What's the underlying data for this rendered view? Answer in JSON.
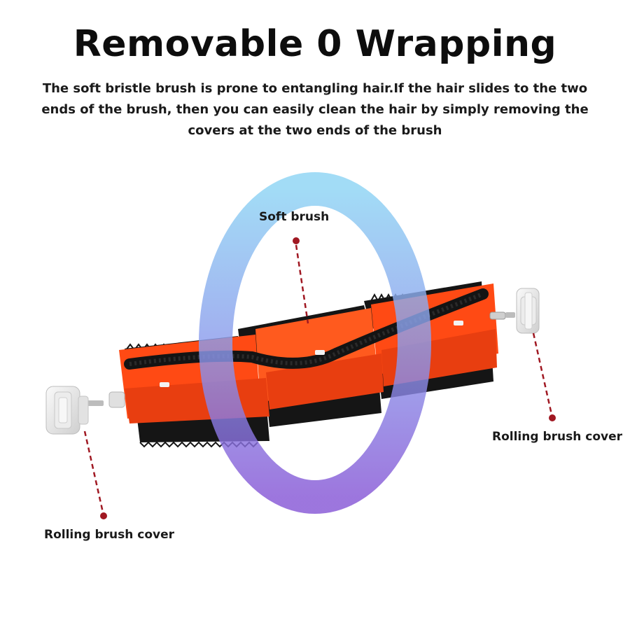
{
  "headline": "Removable 0 Wrapping",
  "description": "The soft bristle brush is prone to entangling hair.If the hair slides to the two ends of the brush, then you can easily clean the hair by simply removing the covers at the two ends of the brush",
  "callouts": {
    "soft_brush": "Soft brush",
    "right_cover": "Rolling brush cover",
    "left_cover": "Rolling brush cover"
  },
  "colors": {
    "brush_body": "#ff4a14",
    "bristles": "#141414",
    "ring_top": "#8ad0f2",
    "ring_bottom": "#8a5ad8",
    "callout_dot": "#a01822",
    "cover": "#e4e4e4"
  }
}
